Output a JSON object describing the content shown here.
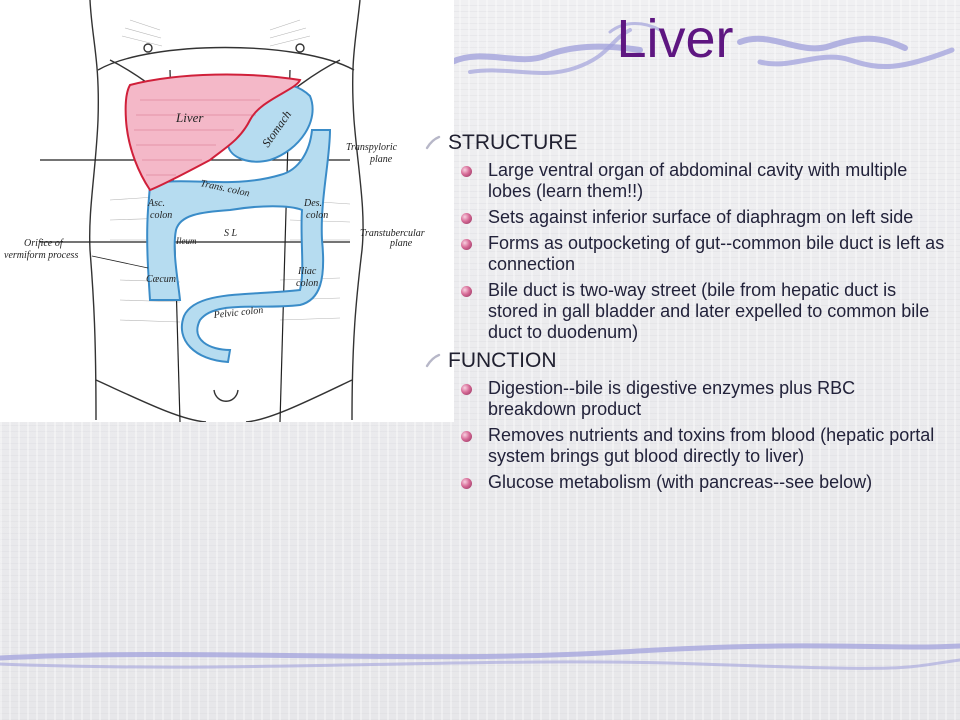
{
  "slide": {
    "title": "Liver",
    "sections": [
      {
        "heading": "STRUCTURE",
        "bullets": [
          "Large ventral organ of abdominal cavity with multiple lobes (learn them!!)",
          "Sets against inferior surface of diaphragm on left side",
          "Forms as outpocketing of gut--common bile duct is left as connection",
          "Bile duct is two-way street (bile from hepatic duct is stored in gall bladder and later expelled to common bile duct to duodenum)"
        ]
      },
      {
        "heading": "FUNCTION",
        "bullets": [
          "Digestion--bile is digestive enzymes plus RBC breakdown product",
          "Removes nutrients and toxins from blood (hepatic portal system brings gut blood directly to liver)",
          "Glucose metabolism (with pancreas--see below)"
        ]
      }
    ]
  },
  "figure": {
    "labels": {
      "liver": "Liver",
      "stomach": "Stomach",
      "transpyloric": "Transpyloric",
      "transpyloric2": "plane",
      "trans_colon": "Trans. colon",
      "asc": "Asc.",
      "asc2": "colon",
      "des": "Des.",
      "des2": "colon",
      "sl": "S L",
      "transtubercular": "Transtubercular",
      "transtubercular2": "plane",
      "orifice": "Orifice of",
      "orifice2": "vermiform process",
      "ileum": "Ileum",
      "caecum": "Cæcum",
      "iliac": "Iliac",
      "iliac2": "colon",
      "pelvic": "Pelvic colon"
    },
    "colors": {
      "liver_fill": "#f4b8c8",
      "liver_outline": "#d0203a",
      "colon_fill": "#b6dcf0",
      "colon_outline": "#3a8cc8",
      "body_line": "#333333"
    }
  },
  "theme": {
    "title_color": "#5e1681",
    "swoosh_color": "#9a9ad6"
  }
}
